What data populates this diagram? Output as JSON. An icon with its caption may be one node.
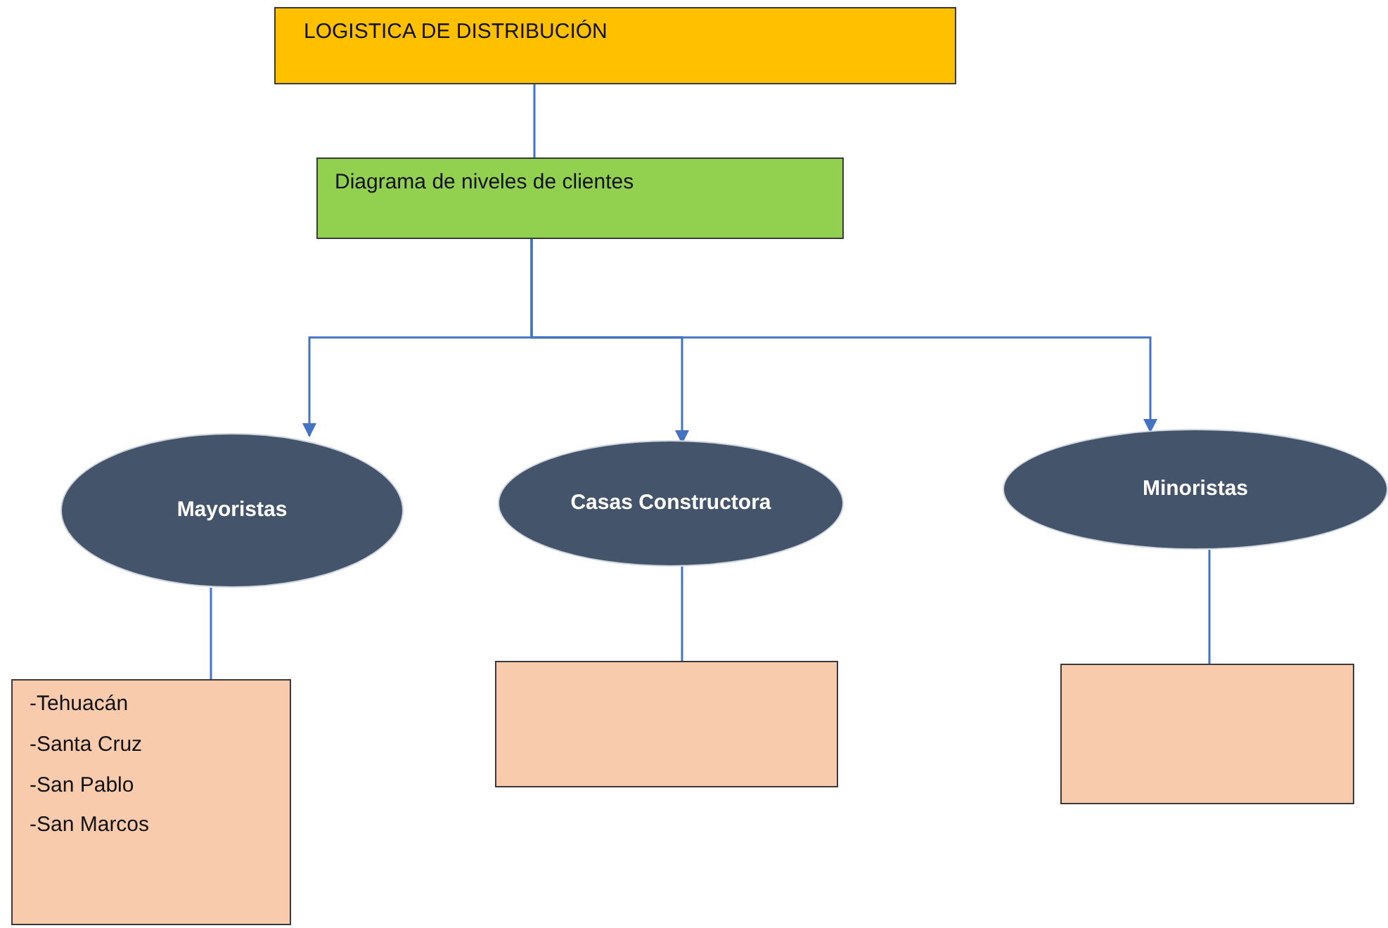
{
  "diagram": {
    "nodes": [
      {
        "text": [
          "LOGISTICA DE DISTRIBUCIÓN"
        ]
      },
      {
        "text": [
          "Diagrama de niveles de clientes"
        ]
      },
      {
        "text": [
          "Mayoristas"
        ]
      },
      {
        "text": [
          "Casas Constructora"
        ]
      },
      {
        "text": [
          "Minoristas"
        ]
      },
      {
        "text": [
          "-Tehuacán",
          "-Santa Cruz",
          "-San Pablo",
          "-San Marcos"
        ]
      },
      {
        "text": [],
        "shape": "box"
      },
      {
        "text": [],
        "shape": "box"
      }
    ],
    "edges": [
      {
        "from": 0,
        "to": 1,
        "arrow": "none"
      },
      {
        "from": 1,
        "to": 2,
        "arrow": "to"
      },
      {
        "from": 1,
        "to": 3,
        "arrow": "to"
      },
      {
        "from": 1,
        "to": 4,
        "arrow": "to"
      },
      {
        "from": 2,
        "to": 5,
        "arrow": "none"
      },
      {
        "from": 3,
        "to": 6,
        "arrow": "none"
      },
      {
        "from": 4,
        "to": 7,
        "arrow": "none"
      }
    ]
  }
}
